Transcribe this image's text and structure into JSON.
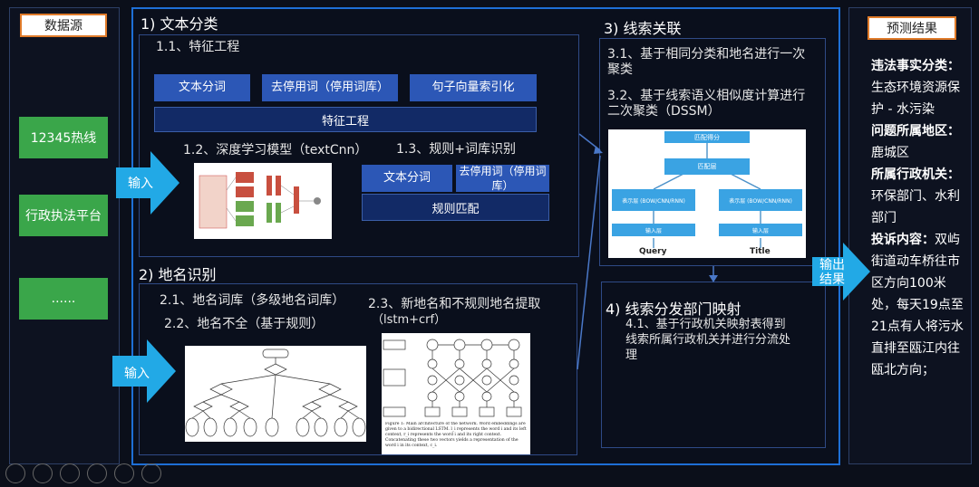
{
  "left": {
    "title": "数据源",
    "sources": [
      "12345热线",
      "行政执法平台",
      "......"
    ]
  },
  "arrows": {
    "input1": "输入",
    "input2": "输入",
    "output_l1": "输出",
    "output_l2": "结果"
  },
  "sec1": {
    "title": "1) 文本分类",
    "sub1_title": "1.1、特征工程",
    "btn_tokenize": "文本分词",
    "btn_stopwords": "去停用词（停用词库）",
    "btn_index": "句子向量索引化",
    "btn_feature": "特征工程",
    "sub2_title": "1.2、深度学习模型（textCnn）",
    "sub3_title": "1.3、规则+词库识别",
    "btn_tokenize2": "文本分词",
    "btn_stopwords2": "去停用词（停用词库）",
    "btn_rule": "规则匹配"
  },
  "sec2": {
    "title": "2) 地名识别",
    "item1": "2.1、地名词库（多级地名词库）",
    "item2": "2.2、地名不全（基于规则）",
    "item3_l1": "2.3、新地名和不规则地名提取",
    "item3_l2": "（lstm+crf）",
    "fig_caption": "Figure 1: Main architecture of the network. Word embeddings are given to a bidirectional LSTM. l_i represents the word i and its left context, r_i represents the word i and its right context. Concatenating these two vectors yields a representation of the word i in its context, c_i."
  },
  "sec3": {
    "title": "3) 线索关联",
    "item1": "3.1、基于相同分类和地名进行一次聚类",
    "item2": "3.2、基于线索语义相似度计算进行二次聚类（DSSM）",
    "diagram": {
      "top": "匹配得分",
      "mid": "匹配层",
      "left_rep": "表示层 (BOW/CNN/RNN)",
      "right_rep": "表示层 (BOW/CNN/RNN)",
      "left_in": "输入层",
      "right_in": "输入层",
      "query": "Query",
      "title": "Title"
    }
  },
  "sec4": {
    "title": "4) 线索分发部门映射",
    "item1": "4.1、基于行政机关映射表得到线索所属行政机关并进行分流处理"
  },
  "right": {
    "title": "预测结果",
    "k1": "违法事实分类：",
    "v1": "生态环境资源保护 - 水污染",
    "k2": "问题所属地区：",
    "v2": "鹿城区",
    "k3": "所属行政机关：",
    "v3": "环保部门、水利部门",
    "k4": "投诉内容：",
    "v4": "双屿街道动车桥往市区方向100米处，每天19点至21点有人将污水直排至瓯江内往瓯北方向；"
  }
}
